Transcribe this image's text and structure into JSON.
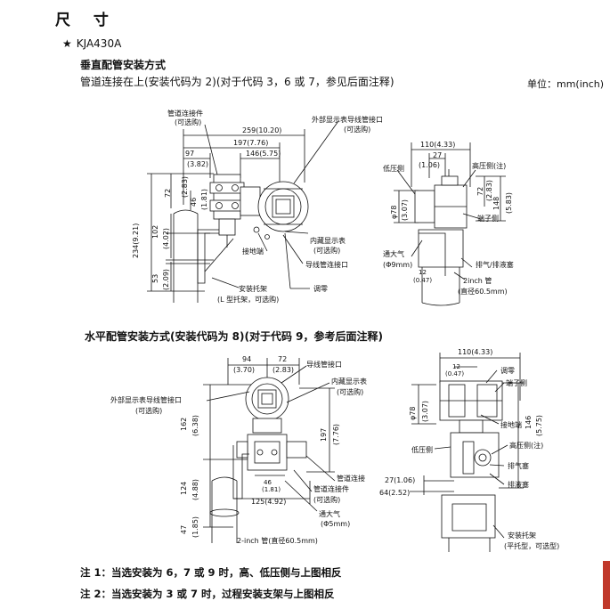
{
  "page": {
    "title": "尺 寸",
    "model": "KJA430A",
    "vertical_heading": "垂直配管安装方式",
    "vertical_subheading": "管道连接在上(安装代码为 2)(对于代码 3，6 或 7，参见后面注释)",
    "unit": "单位：mm(inch)",
    "horizontal_heading": "水平配管安装方式(安装代码为 8)(对于代码 9，参考后面注释)",
    "note1": "注 1：当选安装为 6，7 或 9 时，高、低压侧与上图相反",
    "note2": "注 2：当选安装为 3 或 7 时，过程安装支架与上图相反"
  },
  "fig1": {
    "pipe_conn": "管道连接件",
    "optional": "(可选购)",
    "ext_display_port": "外部显示表导线管接口",
    "d259": "259(10.20)",
    "d197": "197(7.76)",
    "d97": "97",
    "d97b": "(3.82)",
    "d146": "146(5.75)",
    "d72": "72",
    "d72b": "(2.83)",
    "d46": "46",
    "d46b": "(1.81)",
    "d234": "234(9.21)",
    "d102": "102",
    "d102b": "(4.02)",
    "d53": "53",
    "d53b": "(2.09)",
    "int_display": "内藏显示表",
    "ground": "接地端",
    "conduit": "导线管连接口",
    "zero": "调零",
    "bracket": "安装托架",
    "bracket_type": "(L 型托架，可选购)"
  },
  "fig2": {
    "d110": "110(4.33)",
    "d27": "27",
    "d27b": "(1.06)",
    "low": "低压侧",
    "high": "高压侧(注)",
    "d78": "φ78",
    "d78b": "(3.07)",
    "d72": "72",
    "d72b": "(2.83)",
    "d148": "148",
    "d148b": "(5.83)",
    "terminal": "端子侧",
    "vent": "通大气",
    "vent_d": "(Φ9mm)",
    "d12": "12",
    "d12b": "(0.47)",
    "drain": "排气/排液塞",
    "pipe": "2inch 管",
    "pipe_d": "(直径60.5mm)"
  },
  "fig3": {
    "d94": "94",
    "d94b": "(3.70)",
    "d72": "72",
    "d72b": "(2.83)",
    "conduit": "导线管接口",
    "int_display": "内藏显示表",
    "optional": "(可选购)",
    "ext_display_port": "外部显示表导线管接口",
    "d162": "162",
    "d162b": "(6.38)",
    "d197": "197",
    "d197b": "(7.76)",
    "d124": "124",
    "d124b": "(4.88)",
    "d47": "47",
    "d47b": "(1.85)",
    "d46": "46",
    "d46b": "(1.81)",
    "d125": "125(4.92)",
    "pipe_conn_port": "管道连接",
    "pipe_conn": "管道连接件",
    "vent": "通大气",
    "vent_d": "(Φ5mm)",
    "pipe": "2-inch 管(直径60.5mm)"
  },
  "fig4": {
    "d110": "110(4.33)",
    "d12": "12",
    "d12b": "(0.47)",
    "zero": "调零",
    "terminal": "端子侧",
    "d78": "φ78",
    "d78b": "(3.07)",
    "d146": "146",
    "d146b": "(5.75)",
    "ground": "接地端",
    "low": "低压侧",
    "high": "高压侧(注)",
    "d27": "27(1.06)",
    "d64": "64(2.52)",
    "vent_plug": "排气塞",
    "drain_plug": "排液塞",
    "bracket": "安装托架",
    "bracket_type": "(平托型，可选型)"
  }
}
